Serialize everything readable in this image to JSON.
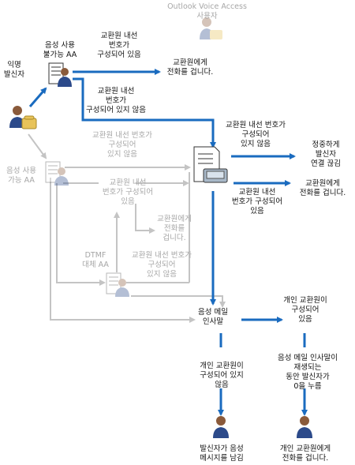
{
  "labels": {
    "ova_user": "Outlook Voice Access\n사용자",
    "anonymous_caller": "익명\n발신자",
    "speech_disabled_aa": "음성 사용\n불가능 AA",
    "op_ext_configured_top": "교환원 내선\n번호가\n구성되어 있음",
    "call_operator_top": "교환원에게\n전화를 겁니다.",
    "op_ext_not_configured_top": "교환원 내선\n번호가\n구성되어 있지 않음",
    "speech_enabled_aa": "음성 사용\n가능 AA",
    "op_ext_not_configured_gray": "교환원 내선 번호가\n구성되어\n있지 않음",
    "op_ext_not_configured_right": "교환원 내선 번호가\n구성되어\n있지 않음",
    "disconnect_politely": "정중하게\n발신자\n연결 끊김",
    "op_ext_configured_gray": "교환원 내선\n번호가 구성되어\n있음",
    "call_operator_right": "교환원에게\n전화를 겁니다.",
    "op_ext_configured_right": "교환원 내선\n번호가 구성되어\n있음",
    "call_operator_gray": "교환원에게\n전화를\n겁니다.",
    "dtmf_aa": "DTMF\n대체 AA",
    "op_ext_not_configured_gray2": "교환원 내선 번호가\n구성되어\n있지 않음",
    "voicemail_greeting": "음성 메일\n인사말",
    "personal_op_configured": "개인 교환원이\n구성되어\n있음",
    "personal_op_not_configured": "개인 교환원이\n구성되어 있지\n않음",
    "greeting_zero": "음성 메일 인사말이\n재생되는\n동안 발신자가\n0을 누름",
    "leave_message": "발신자가 음성\n메시지를 남김",
    "call_personal_op": "개인 교환원에게\n전화를 겁니다."
  },
  "colors": {
    "flow_active": "#1a6bbf",
    "flow_inactive": "#c4c4c4",
    "text_inactive": "#a6a6a6"
  },
  "icons": [
    "person-icon",
    "phone-icon",
    "auto-attendant-icon",
    "exchange-server-icon"
  ]
}
